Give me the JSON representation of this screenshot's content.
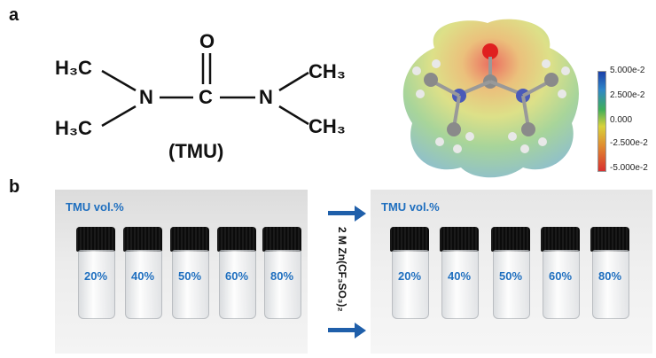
{
  "panel_a": {
    "label": "a",
    "structure": {
      "h3c_top": "H₃C",
      "h3c_bottom": "H₃C",
      "n_left": "N",
      "c_center": "C",
      "n_right": "N",
      "o_top": "O",
      "ch3_top": "CH₃",
      "ch3_bottom": "CH₃",
      "name": "(TMU)"
    },
    "colorbar": {
      "ticks": [
        "5.000e-2",
        "2.500e-2",
        "0.000",
        "-2.500e-2",
        "-5.000e-2"
      ],
      "colors": [
        "#1a3fa8",
        "#3fae5a",
        "#d8d23a",
        "#e08a30",
        "#d83030"
      ]
    }
  },
  "panel_b": {
    "label": "b",
    "left_photo": {
      "title": "TMU vol.%",
      "vials": [
        "20%",
        "40%",
        "50%",
        "60%",
        "80%"
      ]
    },
    "right_photo": {
      "title": "TMU vol.%",
      "vials": [
        "20%",
        "40%",
        "50%",
        "60%",
        "80%"
      ]
    },
    "arrow_text": "2 M Zn(CF₃SO₃)₂",
    "accent_color": "#1f6fbf"
  }
}
